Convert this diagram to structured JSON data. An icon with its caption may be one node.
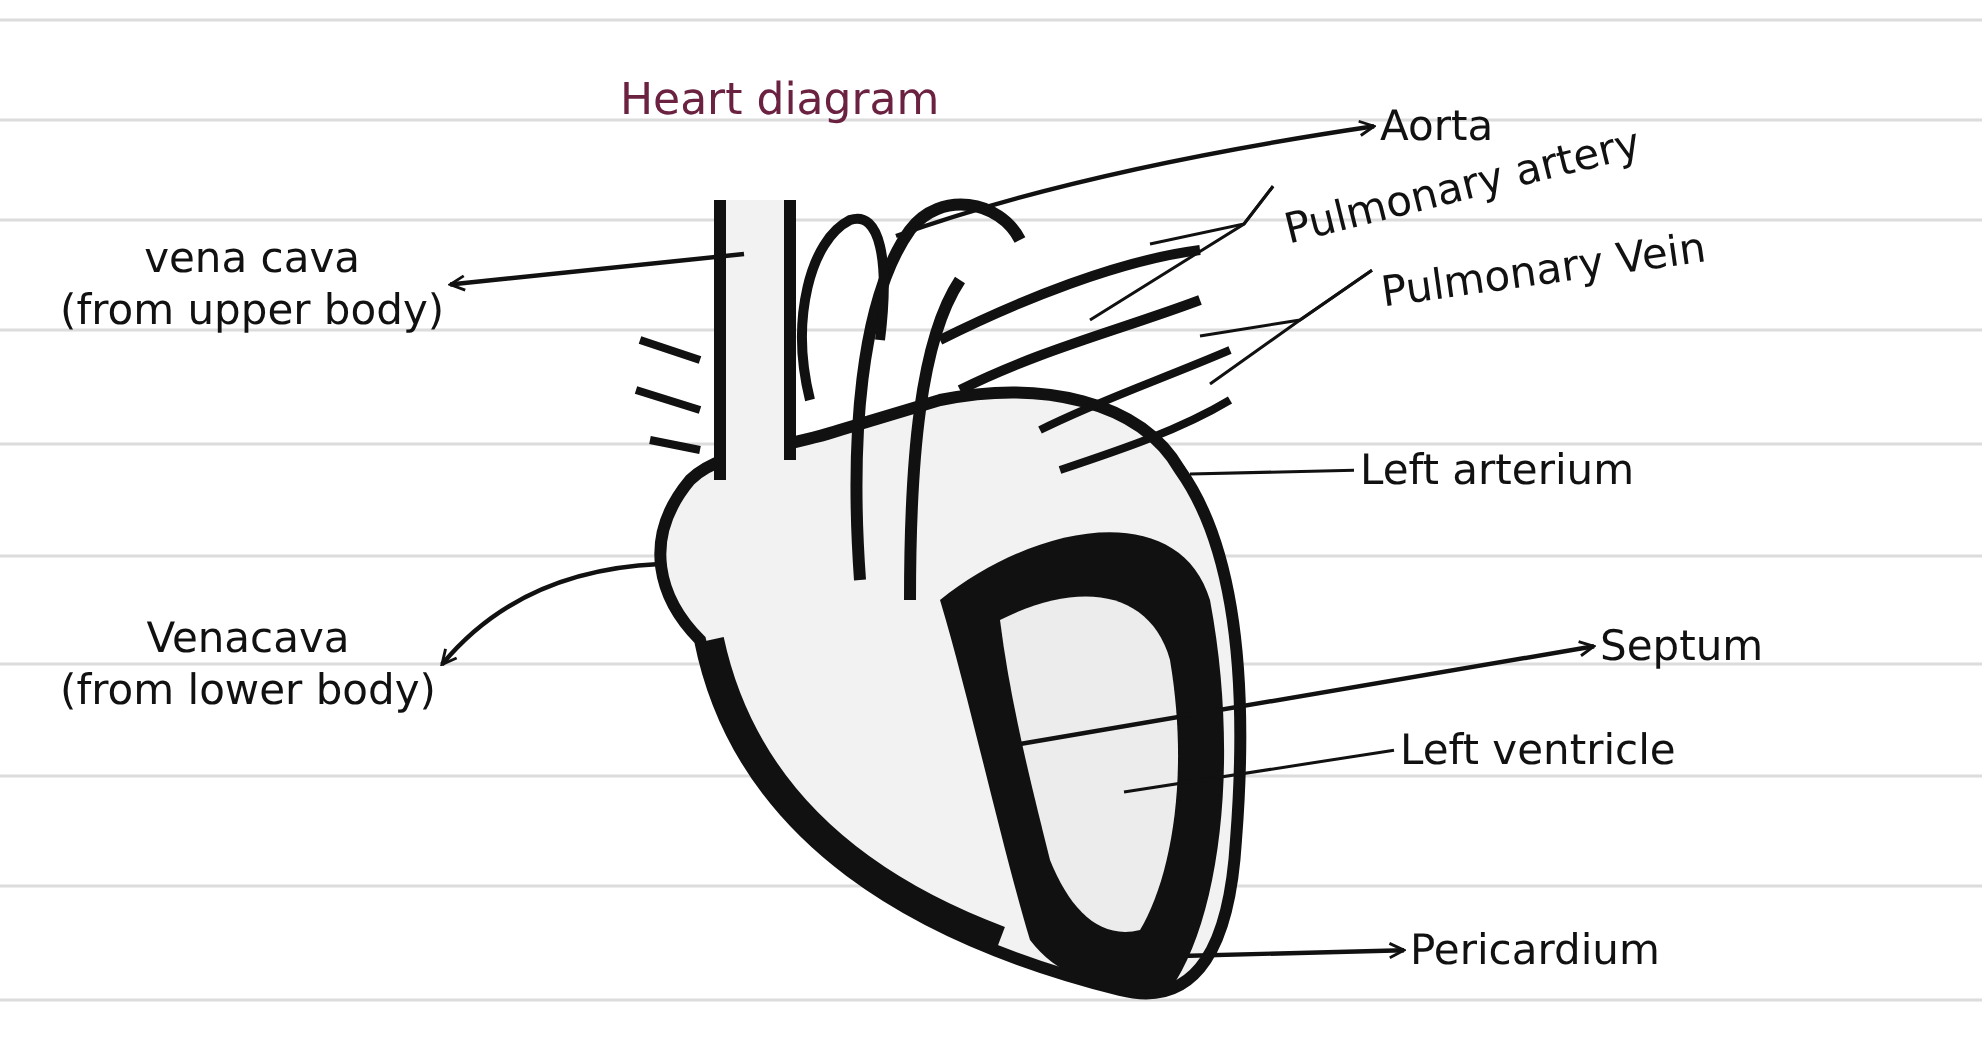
{
  "diagram": {
    "title": "Heart diagram",
    "nodes": [
      {
        "text": [
          "Aorta"
        ]
      },
      {
        "text": [
          "Pulmonary artery"
        ]
      },
      {
        "text": [
          "vena cava",
          "(from upper body)"
        ]
      },
      {
        "text": [
          "Pulmonary Vein"
        ]
      },
      {
        "text": [
          "Left arterium"
        ]
      },
      {
        "text": [
          "Venacava",
          "(from lower body)"
        ]
      },
      {
        "text": [
          "Septum"
        ]
      },
      {
        "text": [
          "Left ventricle"
        ]
      },
      {
        "text": [
          "Pericardium"
        ]
      }
    ],
    "edges": [
      {
        "from": null,
        "to": 0,
        "arrow": "to"
      },
      {
        "from": 1,
        "to": null,
        "arrow": "none"
      },
      {
        "from": 1,
        "to": null,
        "arrow": "none"
      },
      {
        "from": null,
        "to": 2,
        "arrow": "to"
      },
      {
        "from": 3,
        "to": null,
        "arrow": "none"
      },
      {
        "from": 3,
        "to": null,
        "arrow": "none"
      },
      {
        "from": 4,
        "to": null,
        "arrow": "none"
      },
      {
        "from": null,
        "to": 5,
        "arrow": "to"
      },
      {
        "from": null,
        "to": 6,
        "arrow": "to"
      },
      {
        "from": 7,
        "to": null,
        "arrow": "none"
      },
      {
        "from": null,
        "to": 8,
        "arrow": "to"
      }
    ]
  }
}
